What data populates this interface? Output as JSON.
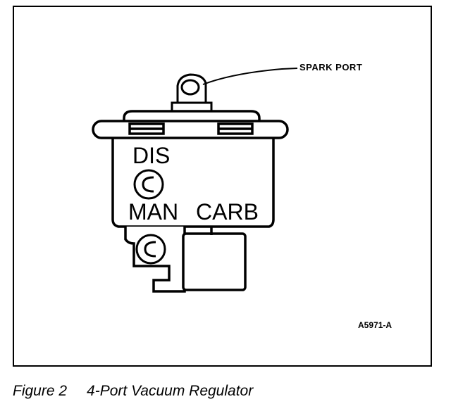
{
  "diagram": {
    "callout_label": "SPARK PORT",
    "port_labels": {
      "dis": "DIS",
      "man": "MAN",
      "carb": "CARB"
    },
    "reference_code": "A5971-A"
  },
  "caption": {
    "figure_number": "Figure 2",
    "title": "4-Port Vacuum Regulator"
  }
}
